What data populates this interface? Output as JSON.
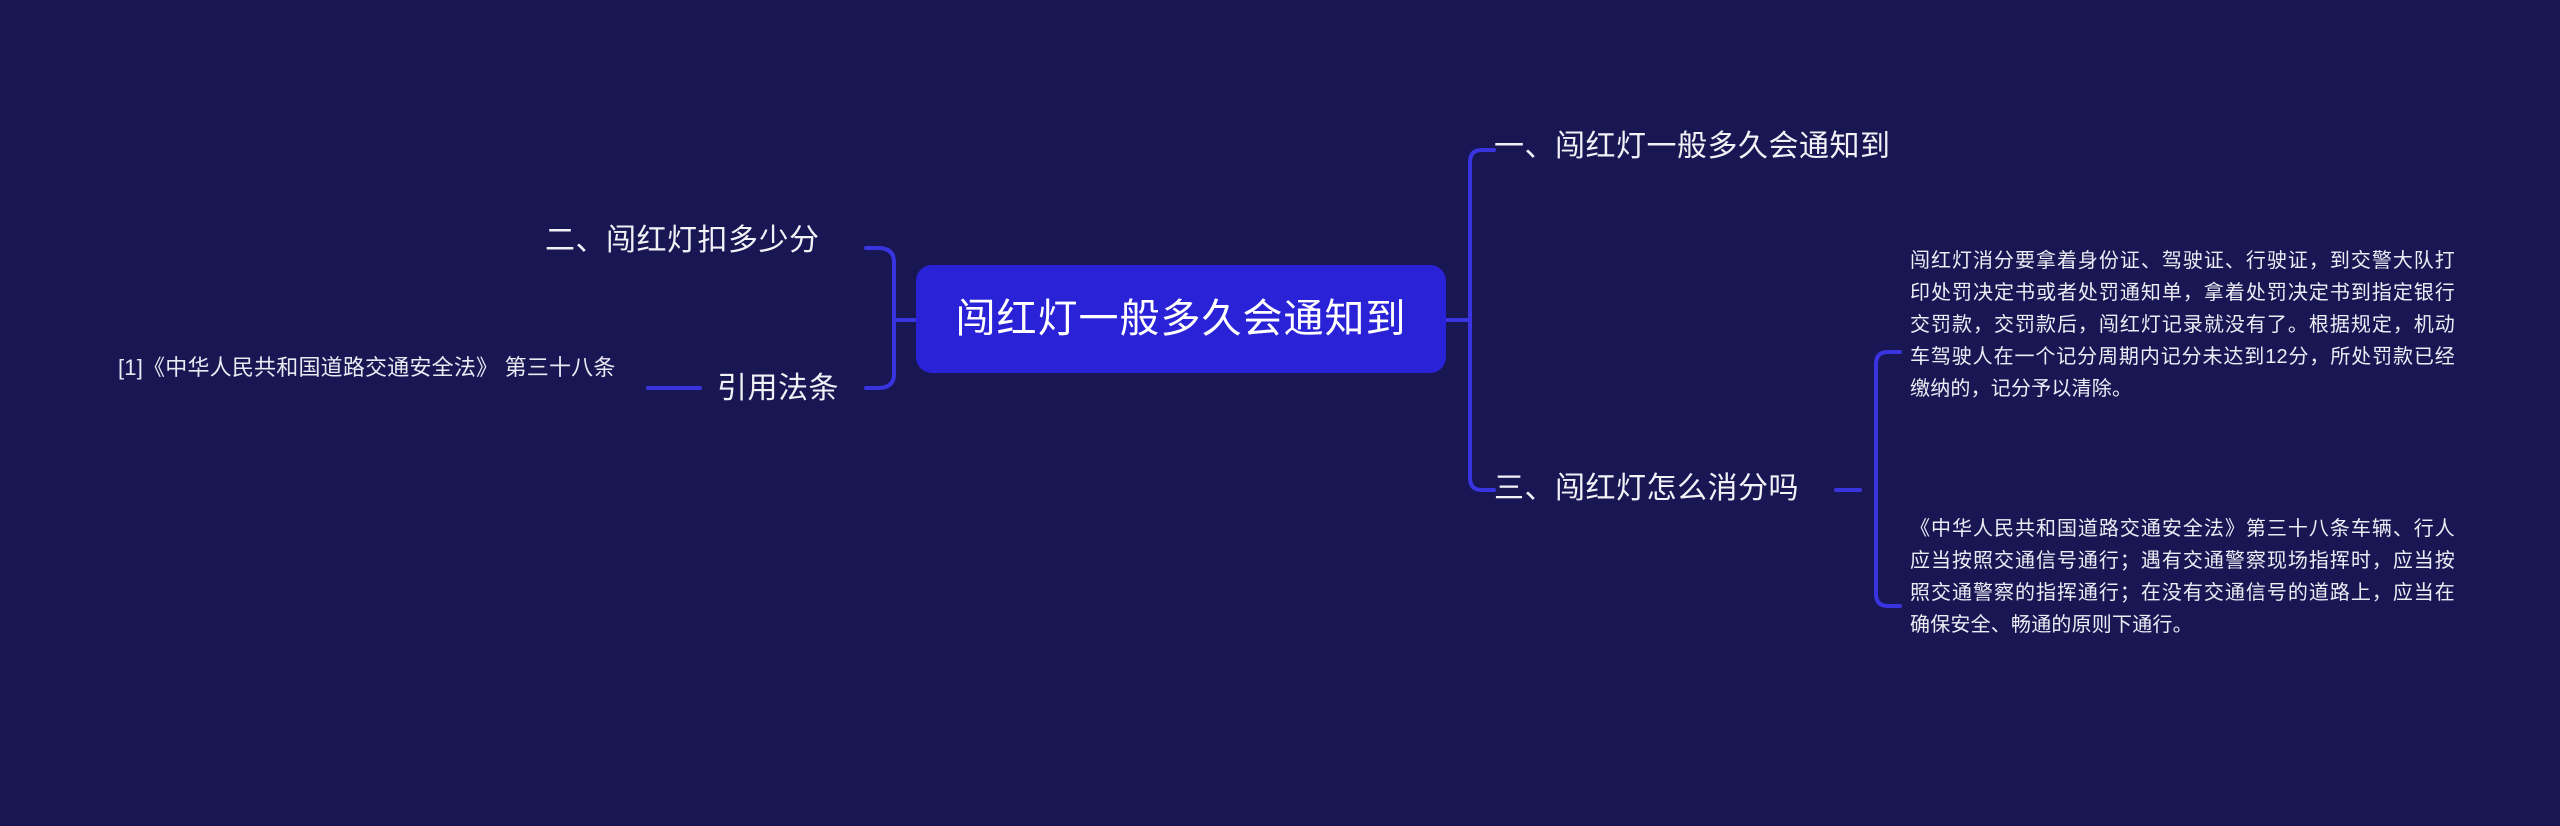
{
  "canvas": {
    "background_color": "#191654",
    "node_color": "#2A22D6",
    "connector_color": "#3A34E0",
    "text_color": "#ffffff"
  },
  "root": {
    "label": "闯红灯一般多久会通知到"
  },
  "branches": {
    "right": [
      {
        "label": "一、闯红灯一般多久会通知到",
        "children": []
      },
      {
        "label": "三、闯红灯怎么消分吗",
        "children": [
          {
            "text": "闯红灯消分要拿着身份证、驾驶证、行驶证，到交警大队打印处罚决定书或者处罚通知单，拿着处罚决定书到指定银行交罚款，交罚款后，闯红灯记录就没有了。根据规定，机动车驾驶人在一个记分周期内记分未达到12分，所处罚款已经缴纳的，记分予以清除。"
          },
          {
            "text": "《中华人民共和国道路交通安全法》第三十八条车辆、行人应当按照交通信号通行；遇有交通警察现场指挥时，应当按照交通警察的指挥通行；在没有交通信号的道路上，应当在确保安全、畅通的原则下通行。"
          }
        ]
      }
    ],
    "left": [
      {
        "label": "二、闯红灯扣多少分",
        "children": []
      },
      {
        "label": "引用法条",
        "children": [
          {
            "text": "[1]《中华人民共和国道路交通安全法》 第三十八条"
          }
        ]
      }
    ]
  }
}
